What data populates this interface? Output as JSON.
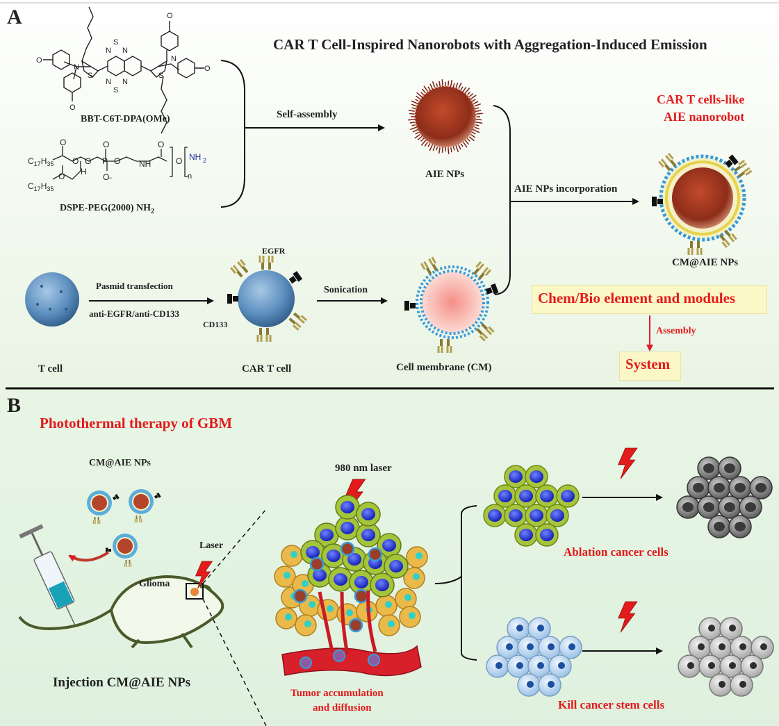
{
  "panel_a": {
    "letter": "A",
    "title": "CAR T Cell-Inspired Nanorobots with Aggregation-Induced Emission",
    "molecule1_name": "BBT-C6T-DPA(OMe)",
    "molecule2_name": "DSPE-PEG(2000) NH",
    "molecule2_sub": "2",
    "self_assembly": "Self-assembly",
    "aie_nps": "AIE NPs",
    "incorporation": "AIE NPs incorporation",
    "nanorobot_title_line1": "CAR T cells-like",
    "nanorobot_title_line2": "AIE nanorobot",
    "cm_aie_nps": "CM@AIE NPs",
    "transfection": "Pasmid transfection",
    "antibodies": "anti-EGFR/anti-CD133",
    "egfr": "EGFR",
    "cd133": "CD133",
    "sonication": "Sonication",
    "t_cell": "T cell",
    "car_t_cell": "CAR T cell",
    "cell_membrane": "Cell membrane (CM)",
    "chem_bio": "Chem/Bio element and modules",
    "assembly": "Assembly",
    "system": "System"
  },
  "panel_b": {
    "letter": "B",
    "title": "Photothermal therapy of GBM",
    "cm_aie_nps": "CM@AIE NPs",
    "laser": "Laser",
    "glioma": "Glioma",
    "injection": "Injection CM@AIE NPs",
    "laser_980": "980 nm laser",
    "tumor_line1": "Tumor accumulation",
    "tumor_line2": "and diffusion",
    "ablation": "Ablation cancer cells",
    "kill": "Kill cancer stem cells"
  },
  "colors": {
    "red_text": "#e31b1b",
    "highlight": "#fbf7c6",
    "membrane_blue": "#3a9bd8",
    "nucleus_blue": "#1d2fd6",
    "tumor_yellow": "#e9b94a",
    "vessel_red": "#d8202a"
  }
}
